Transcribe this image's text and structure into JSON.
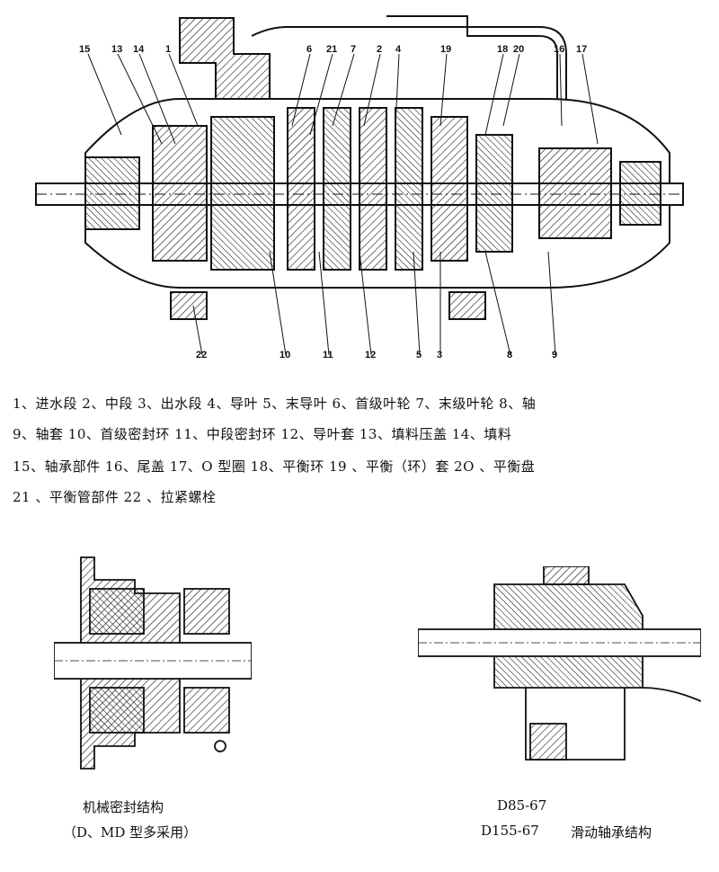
{
  "main_callouts": [
    "15",
    "13",
    "14",
    "1",
    "6",
    "21",
    "7",
    "2",
    "4",
    "19",
    "18",
    "20",
    "16",
    "17",
    "22",
    "10",
    "11",
    "12",
    "5",
    "3",
    "8",
    "9"
  ],
  "legend_lines": [
    "1、进水段   2、中段   3、出水段   4、导叶   5、末导叶   6、首级叶轮   7、末级叶轮   8、轴",
    "9、轴套   10、首级密封环   11、中段密封环   12、导叶套   13、填料压盖   14、填料",
    "15、轴承部件   16、尾盖   17、O 型圈   18、平衡环   19 、平衡（环）套   2O 、平衡盘",
    "21 、平衡管部件 22 、拉紧螺栓"
  ],
  "seal_caption": {
    "line1": "机械密封结构",
    "line2": "（D、MD 型多采用）"
  },
  "bearing_caption": {
    "line1": "D85-67",
    "line2": "D155-67",
    "title": "滑动轴承结构"
  }
}
